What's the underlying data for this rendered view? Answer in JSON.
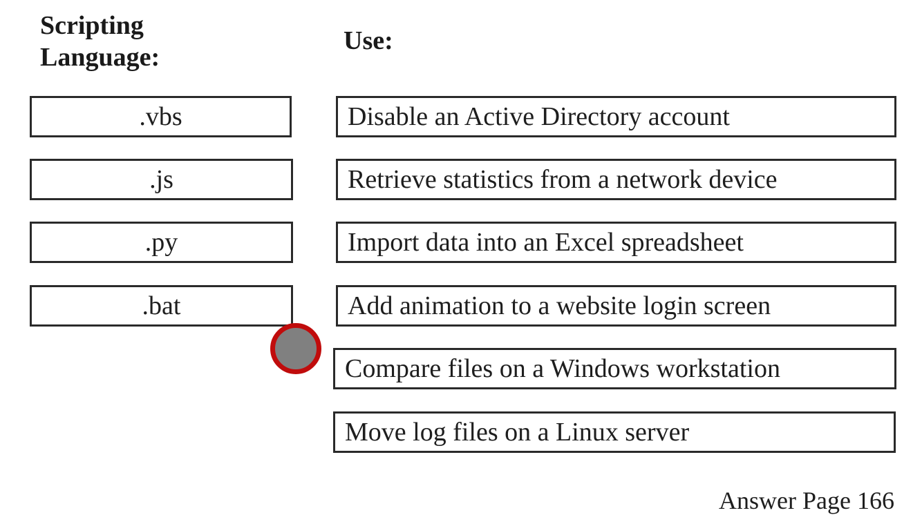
{
  "headings": {
    "language_line1": "Scripting",
    "language_line2": "Language:",
    "use": "Use:"
  },
  "languages": [
    {
      "label": ".vbs"
    },
    {
      "label": ".js"
    },
    {
      "label": ".py"
    },
    {
      "label": ".bat"
    }
  ],
  "uses": [
    {
      "label": "Disable an Active Directory account"
    },
    {
      "label": "Retrieve statistics from a network device"
    },
    {
      "label": "Import data into an Excel spreadsheet"
    },
    {
      "label": "Add animation to a website login screen"
    },
    {
      "label": "Compare files on a Windows workstation"
    },
    {
      "label": "Move log files on a Linux server"
    }
  ],
  "drag_handle": {
    "color_fill": "#808080",
    "color_border": "#c00c0c"
  },
  "footer": {
    "text": "Answer Page 166"
  }
}
